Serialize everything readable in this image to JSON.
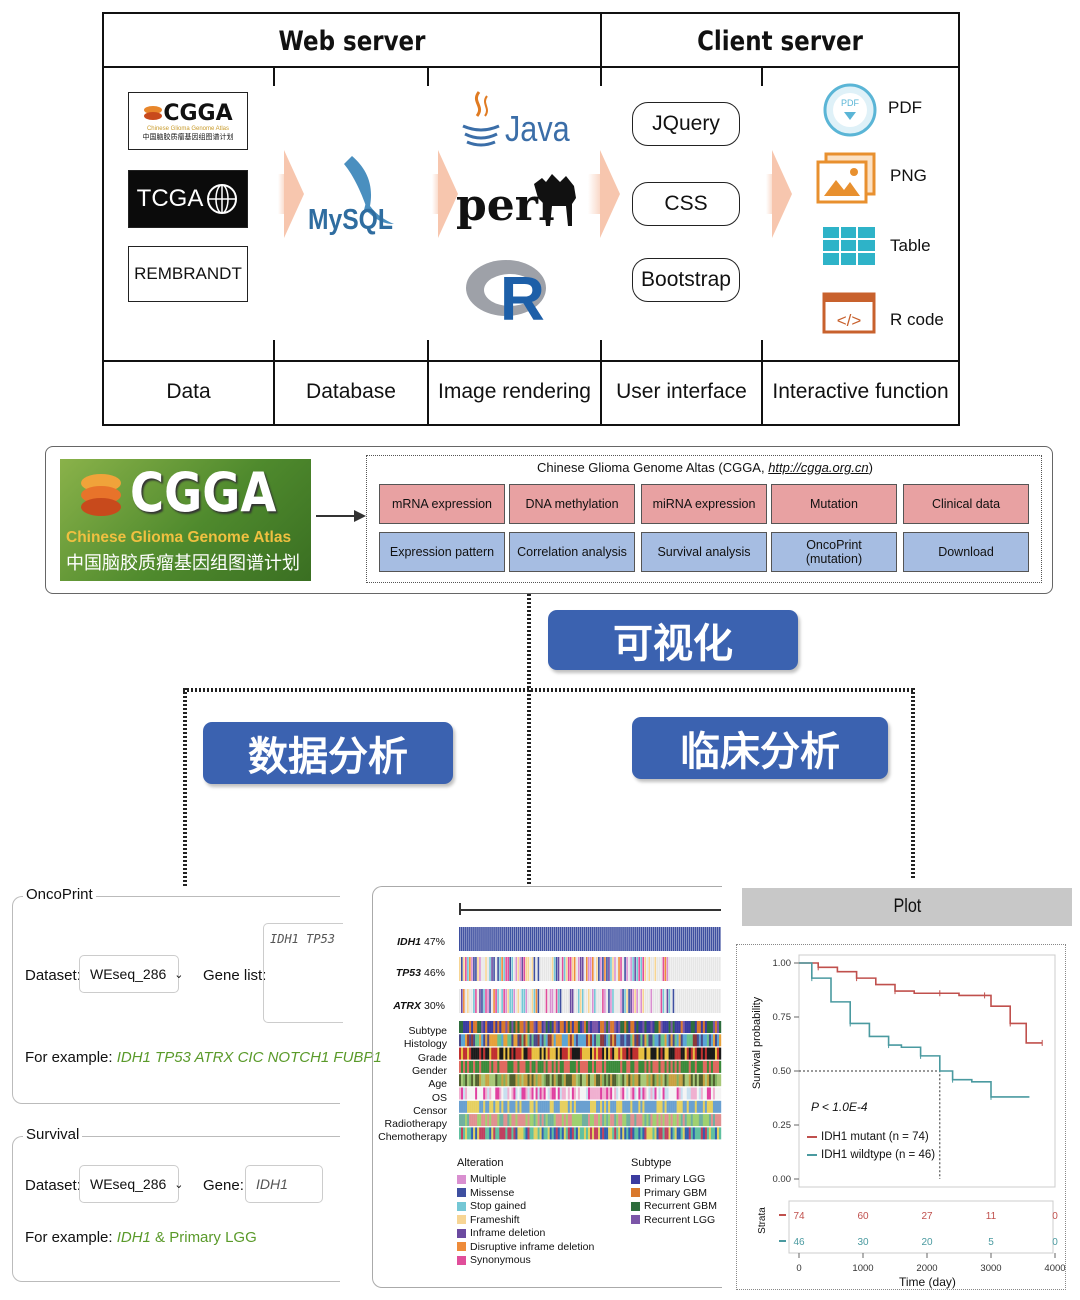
{
  "arch": {
    "web_server": "Web server",
    "client_server": "Client server",
    "columns": [
      "Data",
      "Database",
      "Image rendering",
      "User interface",
      "Interactive function"
    ],
    "sources": {
      "cgga_title": "CGGA",
      "cgga_sub": "Chinese Glioma Genome Atlas",
      "cgga_cn": "中国脑胶质瘤基因组图谱计划",
      "tcga": "TCGA",
      "rembrandt": "REMBRANDT"
    },
    "database": "MySQL",
    "render": {
      "java": "Java",
      "perl": "perl",
      "r": "R"
    },
    "ui": [
      "JQuery",
      "CSS",
      "Bootstrap"
    ],
    "outputs": [
      "PDF",
      "PNG",
      "Table",
      "R code"
    ],
    "pdf_icon_text": "PDF"
  },
  "cgga": {
    "logo_title": "CGGA",
    "logo_sub": "Chinese Glioma Genome Atlas",
    "logo_cn": "中国脑胶质瘤基因组图谱计划",
    "site_prefix": "Chinese Glioma Genome Altas (CGGA, ",
    "site_url": "http://cgga.org.cn",
    "site_suffix": ")",
    "row1": [
      "mRNA expression",
      "DNA methylation",
      "miRNA expression",
      "Mutation",
      "Clinical data"
    ],
    "row2": [
      "Expression pattern",
      "Correlation analysis",
      "Survival analysis",
      "OncoPrint\n(mutation)",
      "Download"
    ]
  },
  "buttons": {
    "visual": "可视化",
    "data_analysis": "数据分析",
    "clinical": "临床分析"
  },
  "oncoprint_form": {
    "legend": "OncoPrint",
    "dataset_label": "Dataset:",
    "dataset_value": "WEseq_286",
    "genelist_label": "Gene list:",
    "genelist_value": "IDH1  TP53",
    "example_prefix": "For example: ",
    "example_value": "IDH1 TP53 ATRX CIC NOTCH1 FUBP1"
  },
  "survival_form": {
    "legend": "Survival",
    "dataset_label": "Dataset:",
    "dataset_value": "WEseq_286",
    "gene_label": "Gene:",
    "gene_value": "IDH1",
    "example_prefix": "For example: ",
    "example_gene": "IDH1",
    "example_mid": " & ",
    "example_type": "Primary LGG"
  },
  "oncoprint": {
    "genes": [
      {
        "name": "IDH1",
        "pct": "47%"
      },
      {
        "name": "TP53",
        "pct": "46%"
      },
      {
        "name": "ATRX",
        "pct": "30%"
      }
    ],
    "clinical_tracks": [
      "Subtype",
      "Histology",
      "Grade",
      "Gender",
      "Age",
      "OS",
      "Censor",
      "Radiotherapy",
      "Chemotherapy"
    ],
    "alteration_title": "Alteration",
    "alterations": [
      {
        "label": "Multiple",
        "color": "#d98fd0"
      },
      {
        "label": "Missense",
        "color": "#3e4fa0"
      },
      {
        "label": "Stop gained",
        "color": "#74c7d5"
      },
      {
        "label": "Frameshift",
        "color": "#f7d594"
      },
      {
        "label": "Inframe deletion",
        "color": "#6b4aa0"
      },
      {
        "label": "Disruptive inframe deletion",
        "color": "#ee8b3a"
      },
      {
        "label": "Synonymous",
        "color": "#e04e9a"
      }
    ],
    "subtype_title": "Subtype",
    "subtypes": [
      {
        "label": "Primary LGG",
        "color": "#3c3ca0"
      },
      {
        "label": "Primary GBM",
        "color": "#d9792d"
      },
      {
        "label": "Recurrent GBM",
        "color": "#2e6d3d"
      },
      {
        "label": "Recurrent LGG",
        "color": "#7c56a8"
      }
    ]
  },
  "survival_plot": {
    "header": "Plot",
    "ylabel": "Survival probability",
    "xlabel": "Time (day)",
    "pvalue": "P < 1.0E-4",
    "legend_mutant": "IDH1 mutant (n = 74)",
    "legend_wild": "IDH1 wildtype (n = 46)",
    "strata_label": "Strata",
    "yticks": [
      "1.00",
      "0.75",
      "0.50",
      "0.25",
      "0.00"
    ],
    "xticks": [
      "0",
      "1000",
      "2000",
      "3000",
      "4000"
    ],
    "risk_mutant": [
      "74",
      "60",
      "27",
      "11",
      "0"
    ],
    "risk_wild": [
      "46",
      "30",
      "20",
      "5",
      "0"
    ]
  },
  "chart_data": {
    "type": "line",
    "x": [
      0,
      1000,
      2000,
      3000,
      4000
    ],
    "xlim": [
      0,
      4000
    ],
    "ylim": [
      0,
      1
    ],
    "xlabel": "Time (day)",
    "ylabel": "Survival probability",
    "series": [
      {
        "name": "IDH1 mutant (n = 74)",
        "color": "#c0504d",
        "points": [
          [
            0,
            1.0
          ],
          [
            300,
            0.98
          ],
          [
            600,
            0.96
          ],
          [
            900,
            0.93
          ],
          [
            1200,
            0.9
          ],
          [
            1500,
            0.87
          ],
          [
            1800,
            0.86
          ],
          [
            2200,
            0.86
          ],
          [
            2500,
            0.85
          ],
          [
            2900,
            0.85
          ],
          [
            3000,
            0.8
          ],
          [
            3300,
            0.72
          ],
          [
            3550,
            0.63
          ],
          [
            3800,
            0.63
          ]
        ]
      },
      {
        "name": "IDH1 wildtype (n = 46)",
        "color": "#4a9aa0",
        "points": [
          [
            0,
            1.0
          ],
          [
            200,
            0.93
          ],
          [
            500,
            0.82
          ],
          [
            800,
            0.72
          ],
          [
            1100,
            0.66
          ],
          [
            1400,
            0.62
          ],
          [
            1600,
            0.61
          ],
          [
            1900,
            0.57
          ],
          [
            2200,
            0.5
          ],
          [
            2400,
            0.46
          ],
          [
            2700,
            0.45
          ],
          [
            3000,
            0.38
          ],
          [
            3600,
            0.38
          ]
        ]
      }
    ],
    "risk_table": {
      "times": [
        0,
        1000,
        2000,
        3000,
        4000
      ],
      "mutant": [
        74,
        60,
        27,
        11,
        0
      ],
      "wildtype": [
        46,
        30,
        20,
        5,
        0
      ]
    },
    "annotation": "P < 1.0E-4"
  }
}
